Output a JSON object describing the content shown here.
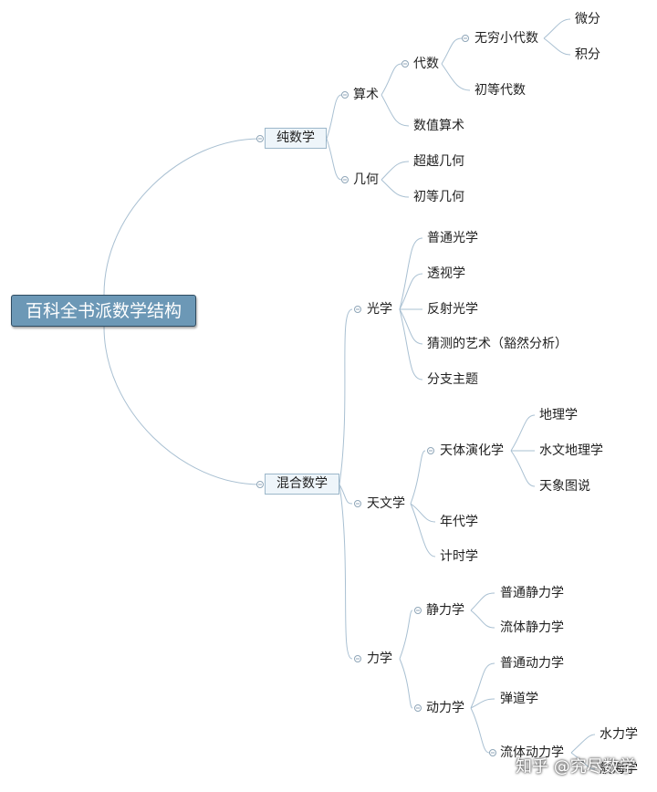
{
  "root": "百科全书派数学结构",
  "pure": {
    "label": "纯数学",
    "arith": {
      "label": "算术",
      "algebra": {
        "label": "代数",
        "infinitesimal": {
          "label": "无穷小代数",
          "diff": "微分",
          "integ": "积分"
        },
        "elementary": "初等代数"
      },
      "numerical": "数值算术"
    },
    "geom": {
      "label": "几何",
      "transcendental": "超越几何",
      "elementary": "初等几何"
    }
  },
  "mixed": {
    "label": "混合数学",
    "optics": {
      "label": "光学",
      "items": [
        "普通光学",
        "透视学",
        "反射光学",
        "猜测的艺术（豁然分析）",
        "分支主题"
      ]
    },
    "astronomy": {
      "label": "天文学",
      "evolution": {
        "label": "天体演化学",
        "items": [
          "地理学",
          "水文地理学",
          "天象图说"
        ]
      },
      "chronology": "年代学",
      "gnomonics": "计时学"
    },
    "mechanics": {
      "label": "力学",
      "statics": {
        "label": "静力学",
        "items": [
          "普通静力学",
          "流体静力学"
        ]
      },
      "dynamics": {
        "label": "动力学",
        "general": "普通动力学",
        "ballistics": "弹道学",
        "fluid": {
          "label": "流体动力学",
          "items": [
            "水力学",
            "航海学"
          ]
        }
      }
    }
  },
  "watermark": "知乎 @究尽数学"
}
